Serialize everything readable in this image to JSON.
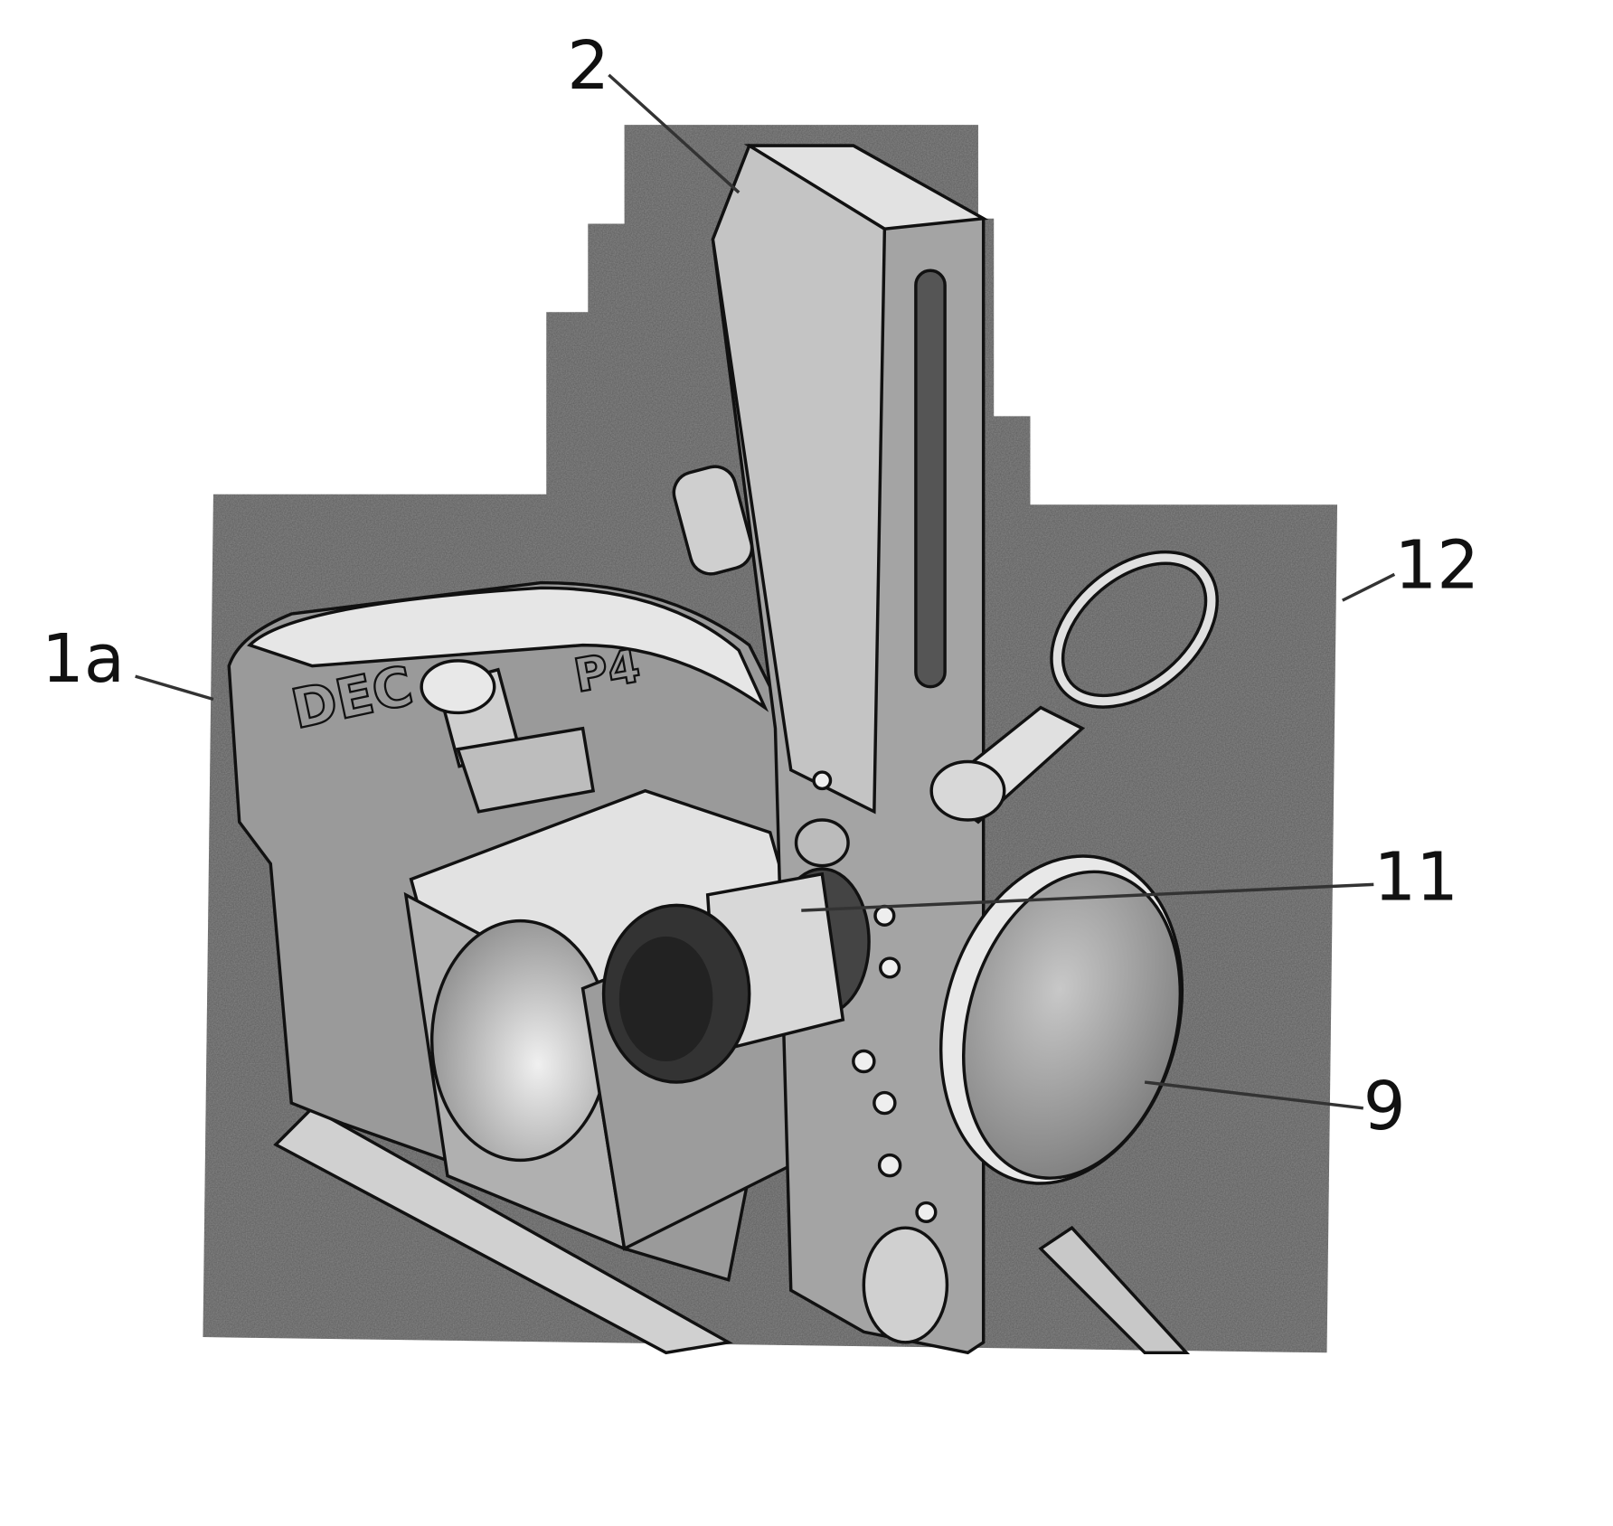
{
  "figure": {
    "reference_labels": {
      "tool_bar": "2",
      "housing": "1a",
      "ring_pin": "12",
      "knob": "11",
      "disc": "9"
    },
    "logo_text": [
      "DEC",
      "P4"
    ],
    "colors": {
      "background_shade": "#8a8a8a",
      "part_light": "#d8d8d8",
      "part_mid": "#a8a8a8",
      "part_dark": "#3a3a3a",
      "line": "#111111"
    }
  }
}
